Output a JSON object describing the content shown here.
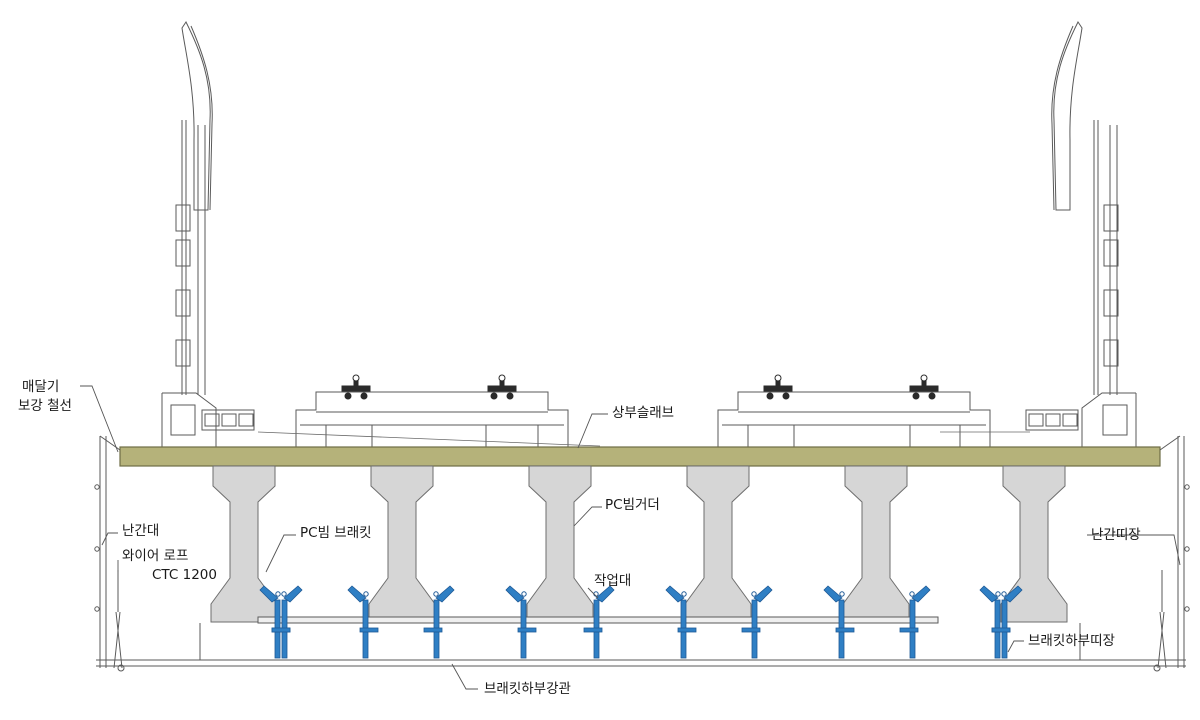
{
  "labels": {
    "hanging_reinforcement_wire_line1": "매달기",
    "hanging_reinforcement_wire_line2": "보강 철선",
    "upper_slab": "상부슬래브",
    "railing": "난간대",
    "wire_rope_line1": "와이어 로프",
    "wire_rope_line2": "CTC 1200",
    "pc_beam_bracket": "PC빔 브래킷",
    "pc_beam_girder": "PC빔거더",
    "work_platform": "작업대",
    "railing_wale": "난간띠장",
    "bracket_bottom_wale": "브래킷하부띠장",
    "bracket_bottom_steel_pipe": "브래킷하부강관"
  },
  "colors": {
    "slab": "#b5b27a",
    "slab_edge": "#6f6d45",
    "girder_fill": "#d6d6d6",
    "girder_stroke": "#6e6e6e",
    "bracket_blue": "#2f7fc4",
    "bracket_dark": "#1f5a96",
    "line": "#4a4a4a",
    "leader": "#555555"
  },
  "icons": {
    "rail_fastener": "rail-fastener-icon",
    "bracket": "bracket-icon"
  }
}
